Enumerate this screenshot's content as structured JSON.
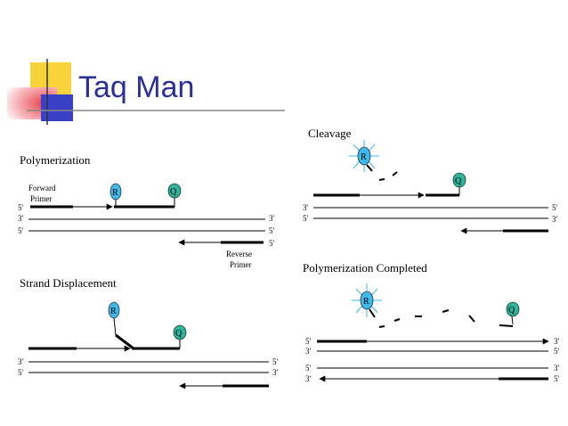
{
  "title": "Taq Man",
  "colors": {
    "title_text": "#2b2f9a",
    "logo_yellow": "#f7d23a",
    "logo_red": "#e8404a",
    "logo_blue": "#3a3fc8",
    "probe_fill": "#3fb8ea",
    "quencher_fill": "#2fb39a",
    "ink": "#000000"
  },
  "panels": {
    "polymerization": {
      "heading": "Polymerization",
      "forward_primer_line1": "Forward",
      "forward_primer_line2": "Primer",
      "reverse_primer_line1": "Reverse",
      "reverse_primer_line2": "Primer",
      "reporter": "R",
      "quencher": "Q",
      "strand_labels": [
        "5'",
        "3'",
        "5'",
        "3'",
        "5'",
        "5'"
      ]
    },
    "cleavage": {
      "heading": "Cleavage",
      "reporter": "R",
      "quencher": "Q",
      "strand_labels": [
        "3'",
        "5'",
        "5'",
        "3'"
      ]
    },
    "strand_displacement": {
      "heading": "Strand Displacement",
      "reporter": "R",
      "quencher": "Q",
      "strand_labels": [
        "3'",
        "5'",
        "5'",
        "3'"
      ]
    },
    "polymerization_completed": {
      "heading": "Polymerization Completed",
      "reporter": "R",
      "quencher": "Q",
      "strand_labels": [
        "5'",
        "3'",
        "3'",
        "5'",
        "5'",
        "3'",
        "3'",
        "5'"
      ]
    }
  }
}
